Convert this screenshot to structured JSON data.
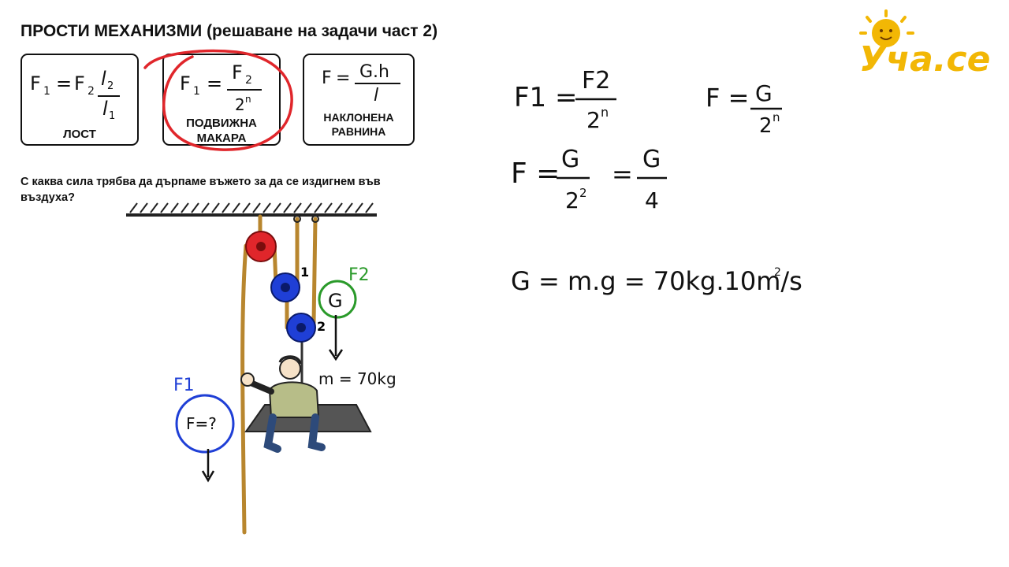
{
  "page": {
    "title": "ПРОСТИ МЕХАНИЗМИ (решаване на задачи част 2)"
  },
  "cards": [
    {
      "label": "ЛОСТ",
      "formula": "F1 = F2·l2 / l1"
    },
    {
      "label": "ПОДВИЖНА МАКАРА",
      "label_lines": [
        "ПОДВИЖНА",
        "МАКАРА"
      ],
      "formula": "F1 = F2 / 2^n",
      "highlighted": true
    },
    {
      "label": "НАКЛОНЕНА РАВНИНА",
      "label_lines": [
        "НАКЛОНЕНА",
        "РАВНИНА"
      ],
      "formula": "F = G·h / l"
    }
  ],
  "question": "С каква сила трябва да дърпаме въжето за да се издигнем във въздуха?",
  "diagram": {
    "pulley_label_1": "1",
    "pulley_label_2": "2",
    "f2_label": "F2",
    "g_label": "G",
    "mass_label": "m = 70kg",
    "f1_label": "F1",
    "f_unknown_label": "F=?"
  },
  "board": {
    "eq1_lhs": "F1 =",
    "eq1_num": "F2",
    "eq1_den": "2",
    "eq2_lhs": "F =",
    "eq2_num": "G",
    "eq2_den": "2",
    "eq3_lhs": "F =",
    "eq3_num": "G",
    "eq3_den": "2",
    "eq3_mid": "=",
    "eq3_num2": "G",
    "eq3_den2": "4",
    "eq4": "G = m.g = 70kg.10m/s",
    "exp_n": "n",
    "exp_2": "2"
  },
  "logo": {
    "text": "Уча.се"
  },
  "colors": {
    "red": "#e0262b",
    "blue": "#1f3fd6",
    "green": "#2a9a2a",
    "rope": "#b8862e",
    "logo": "#f2b705"
  }
}
